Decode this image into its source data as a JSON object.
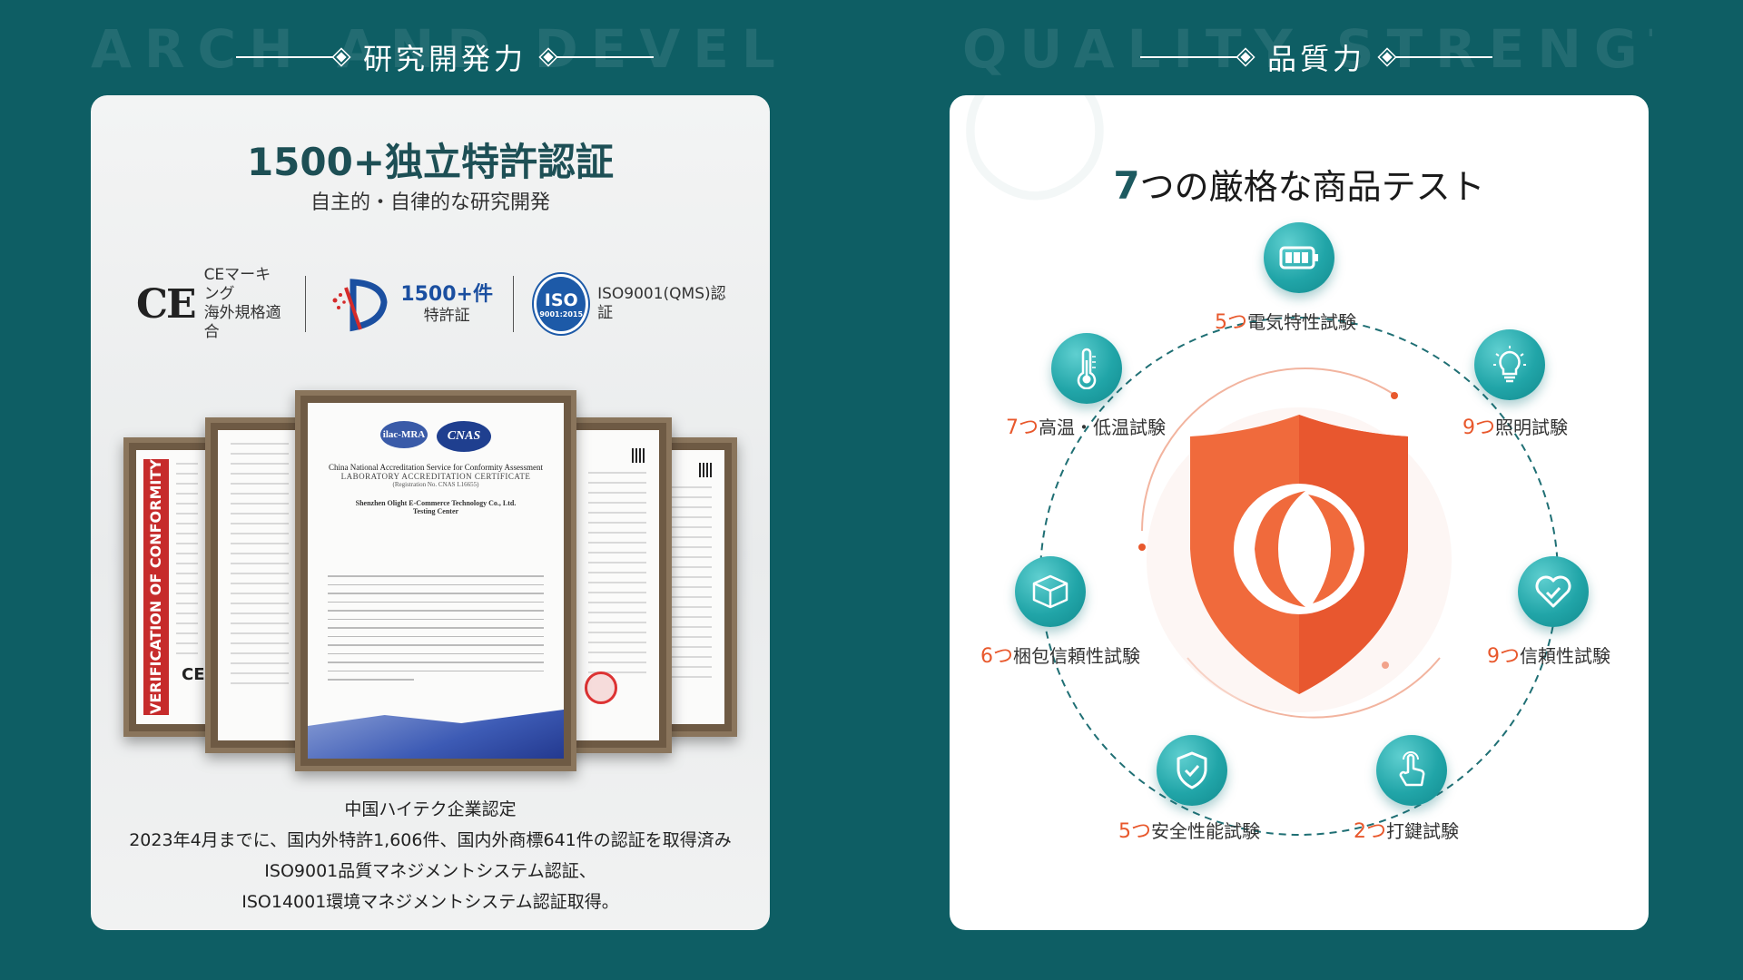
{
  "left_section": {
    "watermark": "ARCH AND DEVELOPM",
    "title": "研究開発力",
    "card": {
      "title": "1500+独立特許認証",
      "subtitle": "自主的・自律的な研究開発",
      "badges": {
        "ce": {
          "mark": "CE",
          "line1": "CEマーキング",
          "line2": "海外規格適合"
        },
        "patent": {
          "line1": "1500+件",
          "line2": "特許証"
        },
        "iso": {
          "logo": "ISO",
          "logo_sub": "9001:2015",
          "label": "ISO9001(QMS)認証"
        }
      },
      "certificates": {
        "verification_label": "VERIFICATION OF CONFORMITY",
        "ce_small": "CE",
        "main": {
          "logo1": "ilac-MRA",
          "logo2": "CNAS",
          "heading1": "China National Accreditation Service for Conformity Assessment",
          "heading2": "LABORATORY ACCREDITATION CERTIFICATE",
          "heading3": "(Registration No. CNAS L16655)",
          "org1": "Shenzhen Olight E-Commerce Technology Co., Ltd.",
          "org2": "Testing Center"
        }
      },
      "footer": [
        "中国ハイテク企業認定",
        "2023年4月までに、国内外特許1,606件、国内外商標641件の認証を取得済み",
        "ISO9001品質マネジメントシステム認証、",
        "ISO14001環境マネジメントシステム認証取得。"
      ]
    }
  },
  "right_section": {
    "watermark": "QUALITY STRENGTH",
    "title": "品質力",
    "card": {
      "title_num": "7",
      "title_rest": "つの厳格な商品テスト",
      "tests": [
        {
          "id": "electric",
          "num": "5つ",
          "label": "電気特性試験",
          "icon": "battery-icon"
        },
        {
          "id": "lighting",
          "num": "9つ",
          "label": "照明試験",
          "icon": "lightbulb-icon"
        },
        {
          "id": "reliability",
          "num": "9つ",
          "label": "信頼性試験",
          "icon": "heart-check-icon"
        },
        {
          "id": "keypress",
          "num": "2つ",
          "label": "打鍵試験",
          "icon": "touch-icon"
        },
        {
          "id": "safety",
          "num": "5つ",
          "label": "安全性能試験",
          "icon": "shield-check-icon"
        },
        {
          "id": "packaging",
          "num": "6つ",
          "label": "梱包信頼性試験",
          "icon": "box-icon"
        },
        {
          "id": "temperature",
          "num": "7つ",
          "label": "高温・低温試験",
          "icon": "thermometer-icon"
        }
      ],
      "colors": {
        "accent": "#e8582c",
        "teal": "#1d9fa3",
        "shield": "#f06a3c"
      }
    }
  }
}
